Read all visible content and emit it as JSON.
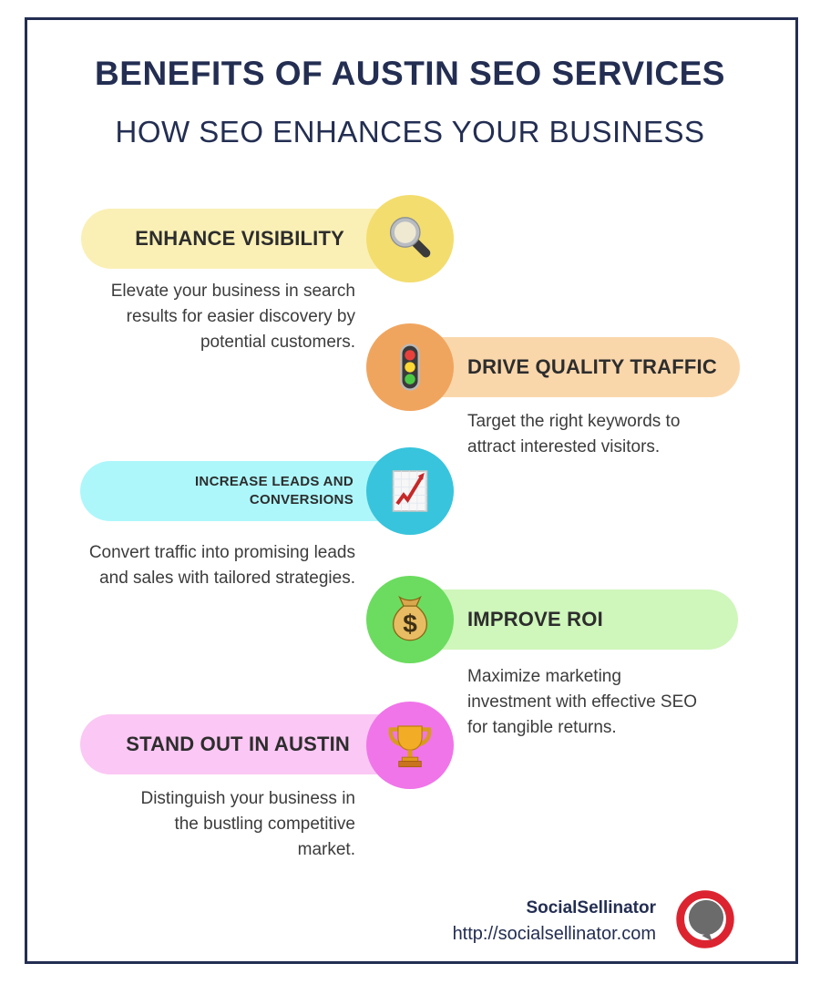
{
  "header": {
    "title": "BENEFITS OF AUSTIN SEO SERVICES",
    "subtitle": "HOW SEO ENHANCES YOUR BUSINESS",
    "text_color": "#232e52",
    "border_color": "#232e52"
  },
  "items": [
    {
      "title": "ENHANCE VISIBILITY",
      "description": "Elevate your business in search results for easier discovery by potential customers.",
      "icon": "magnifier-icon",
      "side": "left",
      "pill_color": "#FAF0B5",
      "circle_color": "#F3DD6E"
    },
    {
      "title": "DRIVE QUALITY TRAFFIC",
      "description": "Target the right keywords to attract interested visitors.",
      "icon": "traffic-light-icon",
      "side": "right",
      "pill_color": "#FAD7AB",
      "circle_color": "#F0A55F"
    },
    {
      "title": "INCREASE LEADS AND CONVERSIONS",
      "description": "Convert traffic into promising leads and sales with tailored strategies.",
      "icon": "chart-increasing-icon",
      "side": "left",
      "pill_color": "#ADF7FB",
      "circle_color": "#38C4DC"
    },
    {
      "title": "IMPROVE ROI",
      "description": "Maximize marketing investment with effective SEO for tangible returns.",
      "icon": "money-bag-icon",
      "side": "right",
      "pill_color": "#CFF6BB",
      "circle_color": "#6BDC5F"
    },
    {
      "title": "STAND OUT IN AUSTIN",
      "description": "Distinguish your business in the bustling competitive market.",
      "icon": "trophy-icon",
      "side": "left",
      "pill_color": "#FBC7F4",
      "circle_color": "#F075E9"
    }
  ],
  "footer": {
    "brand": "SocialSellinator",
    "url": "http://socialsellinator.com",
    "logo": "speech-bubble-logo",
    "logo_ring_color": "#DC2430",
    "logo_bubble_color": "#6B6B6B"
  }
}
